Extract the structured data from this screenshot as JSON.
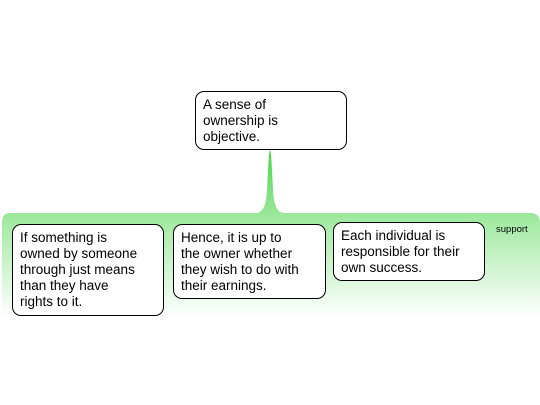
{
  "claim": {
    "text": "A sense of\nownership is\nobjective."
  },
  "support_group": {
    "label": "support",
    "color": "#4cd44c",
    "premises": [
      {
        "text": "If something is\nowned by someone\nthrough just means\nthan they have\nrights to it."
      },
      {
        "text": "Hence, it is up to\nthe owner whether\nthey wish to do with\ntheir earnings."
      },
      {
        "text": "Each individual is\nresponsible for their\nown success."
      }
    ]
  }
}
